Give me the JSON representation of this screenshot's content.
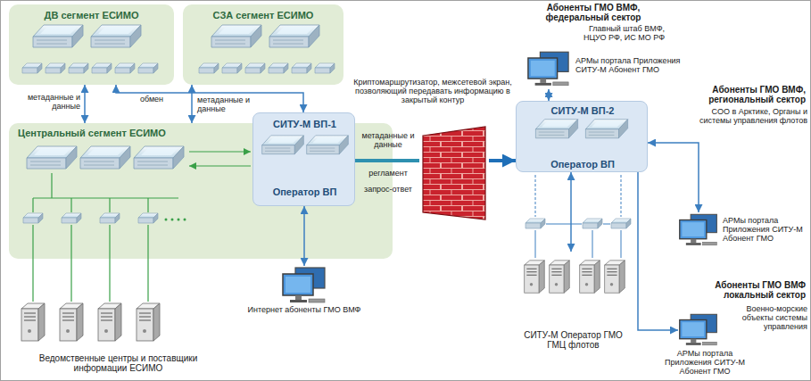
{
  "diagram": {
    "nodes": [
      {
        "text": [
          "ДВ сегмент ЕСИМО"
        ]
      },
      {
        "text": [
          "СЗА сегмент ЕСИМО"
        ]
      },
      {
        "text": [
          "Центральный сегмент ЕСИМО"
        ]
      },
      {
        "text": [
          "СИТУ-М ВП-1",
          "Оператор ВП"
        ],
        "in": 2
      },
      {
        "text": [
          "Интернет абоненты ГМО ВМФ"
        ]
      },
      {
        "text": [
          "Ведомственные центры и поставщики информации ЕСИМО"
        ]
      },
      {
        "text": [
          "Криптомаршрутизатор, межсетевой экран, позволяющий передавать информацию в закрытый контур"
        ]
      },
      {
        "text": [
          "СИТУ-М ВП-2",
          "Оператор ВП"
        ]
      },
      {
        "text": [
          "Абоненты ГМО ВМФ, федеральный сектор",
          "Главный штаб ВМФ, НЦУО РФ, ИС МО РФ",
          "АРМы портала Приложения СИТУ-М Абонент ГМО"
        ]
      },
      {
        "text": [
          "Абоненты ГМО ВМФ, региональный сектор",
          "СОО в Арктике, Органы и системы управления флотов",
          "АРМы портала Приложения СИТУ-М Абонент ГМО"
        ]
      },
      {
        "text": [
          "СИТУ-М Оператор ГМО ГМЦ флотов"
        ]
      },
      {
        "text": [
          "Абоненты ГМО ВМФ локальный сектор",
          "Военно-морские объекты системы управления",
          "АРМы портала Приложения СИТУ-М Абонент ГМО"
        ]
      }
    ],
    "edges": [
      {
        "from": 0,
        "to": 2,
        "arrow": "both",
        "label": "метаданные и данные"
      },
      {
        "from": 1,
        "to": 2,
        "arrow": "both",
        "label": "метаданные и данные"
      },
      {
        "from": 3,
        "to": 0,
        "arrow": "both",
        "label": "обмен"
      },
      {
        "from": 3,
        "to": 6,
        "arrow": "none",
        "label": "метаданные и данные"
      },
      {
        "from": 6,
        "to": 7,
        "arrow": "to"
      },
      {
        "from": 3,
        "to": 4,
        "arrow": "both"
      },
      {
        "from": 8,
        "to": 7,
        "arrow": "both"
      },
      {
        "from": 7,
        "to": 9,
        "arrow": "both"
      },
      {
        "from": 7,
        "to": 10,
        "arrow": "both"
      },
      {
        "from": 7,
        "to": 11,
        "arrow": "to"
      }
    ],
    "labels": [
      "регламент",
      "запрос-ответ"
    ]
  }
}
